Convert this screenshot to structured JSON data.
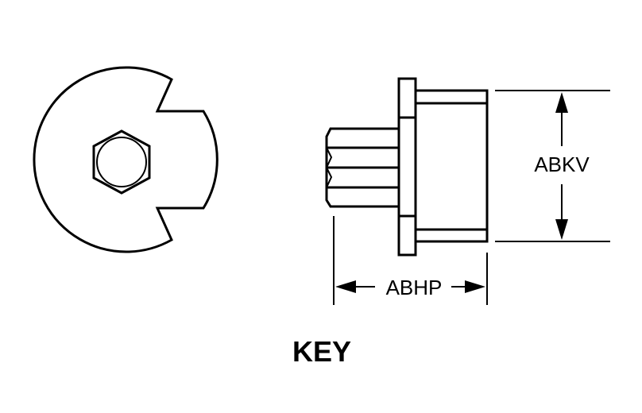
{
  "title": "KEY",
  "dimensions": {
    "height_label": "ABKV",
    "width_label": "ABHP"
  },
  "colors": {
    "line": "#000000",
    "background": "#ffffff"
  }
}
